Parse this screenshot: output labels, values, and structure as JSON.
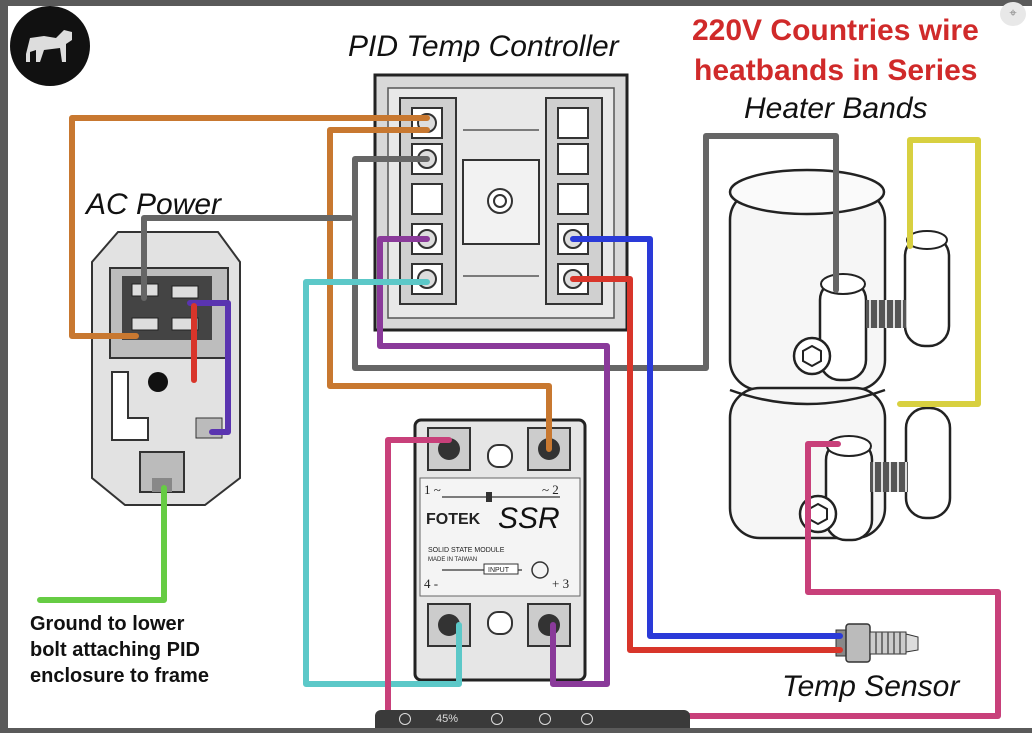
{
  "labels": {
    "pid": "PID Temp Controller",
    "heading_line1": "220V Countries wire",
    "heading_line2": "heatbands in Series",
    "heater_bands": "Heater Bands",
    "ac_power": "AC Power",
    "ssr": "SSR",
    "temp_sensor": "Temp Sensor",
    "ground_line1": "Ground to lower",
    "ground_line2": "bolt attaching PID",
    "ground_line3": "enclosure to frame"
  },
  "ssr_face": {
    "brand": "FOTEK",
    "module": "SOLID STATE MODULE",
    "made_in": "MADE IN TAIWAN",
    "input": "INPUT",
    "t1": "1 ~",
    "t2": "~ 2",
    "t3": "+ 3",
    "t4": "4 -"
  },
  "viewer": {
    "zoom": "45%"
  },
  "icons": {
    "logo": "dog-logo-icon",
    "pin": "pin-icon"
  },
  "colors": {
    "wire_orange": "#c87830",
    "wire_gray": "#666666",
    "wire_purple": "#8a3a9a",
    "wire_cyan": "#5cc8c8",
    "wire_blue": "#2a3ad8",
    "wire_red": "#d8352a",
    "wire_magenta": "#c8407a",
    "wire_yellow": "#d8d040",
    "wire_green": "#66cc44",
    "heading_red": "#d02a2a"
  }
}
